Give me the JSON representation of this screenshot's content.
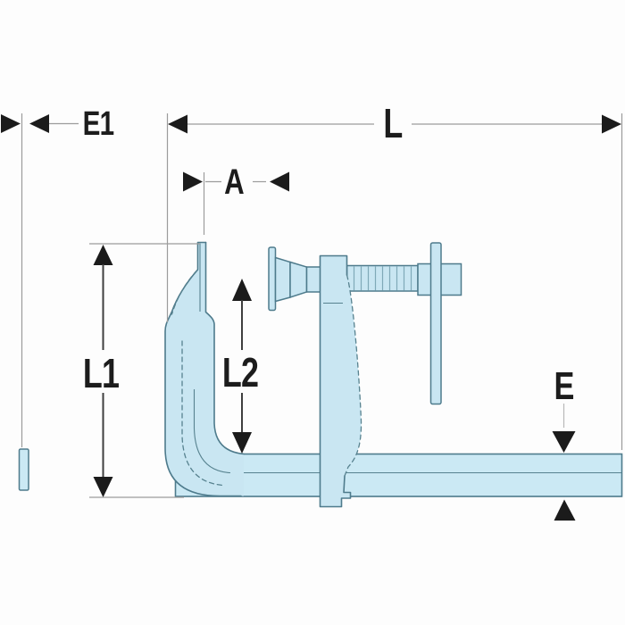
{
  "diagram": {
    "labels": {
      "e1": "E1",
      "l": "L",
      "a": "A",
      "l1": "L1",
      "l2": "L2",
      "e": "E"
    },
    "colors": {
      "body_fill": "#c9e6f2",
      "rail_fill": "#cbe9f4",
      "outline": "#4e7b8c",
      "thread_line": "#7fa9b8",
      "dimension_line": "#9c9c9c",
      "arrow": "#1b1b1b",
      "label_text": "#1c1c1c",
      "background": "#fdfdfd"
    }
  }
}
